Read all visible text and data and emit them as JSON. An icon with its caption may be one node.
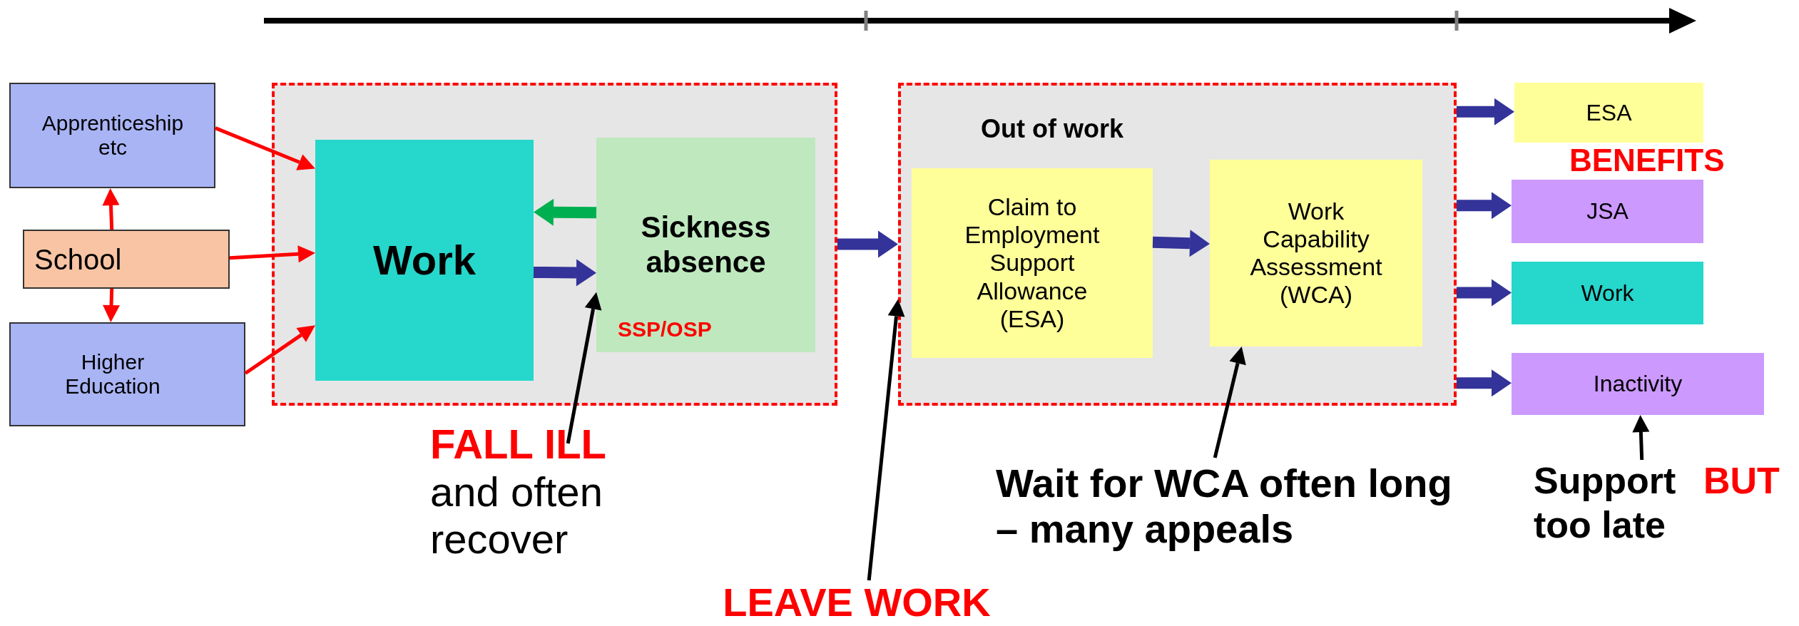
{
  "diagram": {
    "nodes": [
      {
        "text": [
          "Apprenticeship etc"
        ]
      },
      {
        "text": [
          "School"
        ]
      },
      {
        "text": [
          "Higher Education"
        ]
      },
      {
        "text": [],
        "shape": "box"
      },
      {
        "text": [
          "Work"
        ],
        "in": 3
      },
      {
        "text": [
          "Sickness absence",
          "SSP/OSP"
        ],
        "in": 3
      },
      {
        "text": [
          "Out of work"
        ]
      },
      {
        "text": [
          "Claim to Employment Support Allowance (ESA)"
        ],
        "in": 6
      },
      {
        "text": [
          "Work Capability Assessment (WCA)"
        ],
        "in": 6
      },
      {
        "text": [
          "ESA"
        ]
      },
      {
        "text": [
          "JSA"
        ]
      },
      {
        "text": [
          "Work"
        ]
      },
      {
        "text": [
          "Inactivity"
        ]
      },
      {
        "text": [
          "**FALL ILL** and often recover"
        ]
      },
      {
        "text": [
          "LEAVE WORK"
        ]
      },
      {
        "text": [
          "Wait for WCA often long – many appeals"
        ]
      },
      {
        "text": [
          "Support",
          "BUT",
          "too late"
        ]
      }
    ],
    "edges": [
      {
        "from": 1,
        "to": 0,
        "arrow": "to",
        "color": "#ff0000"
      },
      {
        "from": 1,
        "to": 2,
        "arrow": "to",
        "color": "#ff0000"
      },
      {
        "from": 0,
        "to": 4,
        "arrow": "to",
        "color": "#ff0000"
      },
      {
        "from": 1,
        "to": 4,
        "arrow": "to",
        "color": "#ff0000"
      },
      {
        "from": 2,
        "to": 4,
        "arrow": "to",
        "color": "#ff0000"
      },
      {
        "from": 5,
        "to": 4,
        "arrow": "to",
        "style": "thick",
        "color": "#00b050"
      },
      {
        "from": 4,
        "to": 5,
        "arrow": "to",
        "style": "thick"
      },
      {
        "from": 3,
        "to": 6,
        "arrow": "to",
        "style": "thick"
      },
      {
        "from": 7,
        "to": 8,
        "arrow": "to",
        "style": "thick"
      },
      {
        "from": 6,
        "to": 9,
        "arrow": "to",
        "style": "thick"
      },
      {
        "from": 6,
        "to": 10,
        "arrow": "to",
        "style": "thick"
      },
      {
        "from": 6,
        "to": 11,
        "arrow": "to",
        "style": "thick"
      },
      {
        "from": 6,
        "to": 12,
        "arrow": "to",
        "style": "thick"
      },
      {
        "from": 13,
        "to": 5,
        "arrow": "to",
        "color": "#000000"
      },
      {
        "from": 14,
        "to": 6,
        "arrow": "to",
        "color": "#000000"
      },
      {
        "from": 15,
        "to": 8,
        "arrow": "to",
        "color": "#000000"
      },
      {
        "from": 16,
        "to": 12,
        "arrow": "to",
        "color": "#000000"
      }
    ],
    "labels": [
      "BENEFITS"
    ]
  }
}
